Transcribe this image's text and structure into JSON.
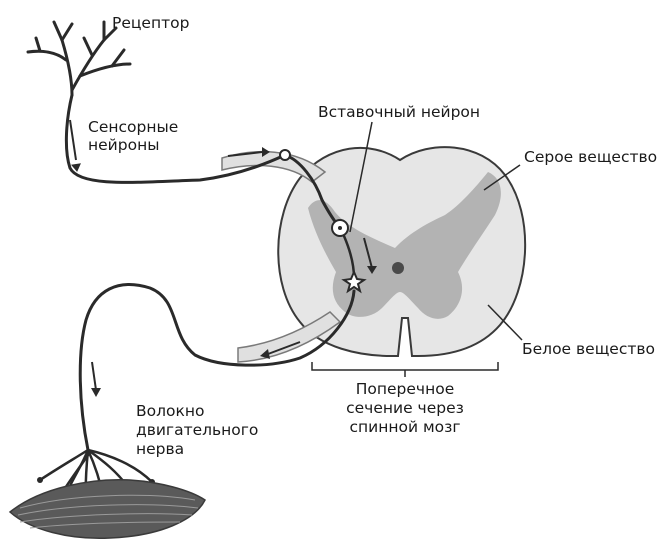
{
  "labels": {
    "receptor": "Рецептор",
    "sensory_1": "Сенсорные",
    "sensory_2": "нейроны",
    "interneuron": "Вставочный нейрон",
    "gray_matter": "Серое вещество",
    "white_matter": "Белое вещество",
    "section_1": "Поперечное",
    "section_2": "сечение через",
    "section_3": "спинной мозг",
    "motor_1": "Волокно",
    "motor_2": "двигательного",
    "motor_3": "нерва"
  },
  "colors": {
    "nerve": "#2a2a2a",
    "white_matter": "#e6e6e6",
    "gray_matter": "#b3b3b3",
    "outline": "#3a3a3a",
    "muscle": "#5a5a5a"
  }
}
